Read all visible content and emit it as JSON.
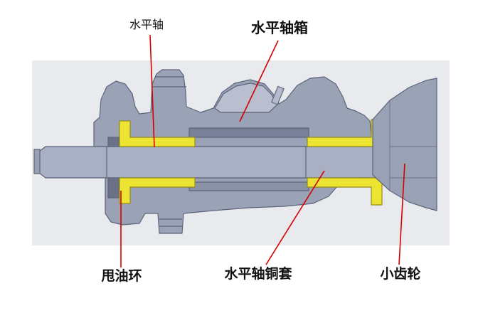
{
  "figure": {
    "labels": {
      "shaft": "水平轴",
      "housing": "水平轴箱",
      "oil_slinger": "甩油环",
      "bushing": "水平轴铜套",
      "pinion": "小齿轮"
    },
    "colors": {
      "leader_line": "#d40000",
      "bushing_yellow": "#ece431",
      "metal_gray_blue": "#9aa2b6",
      "shaft_gray": "#a9b0c3",
      "panel_background": "#e9eaee",
      "outline": "#5c647b"
    }
  }
}
